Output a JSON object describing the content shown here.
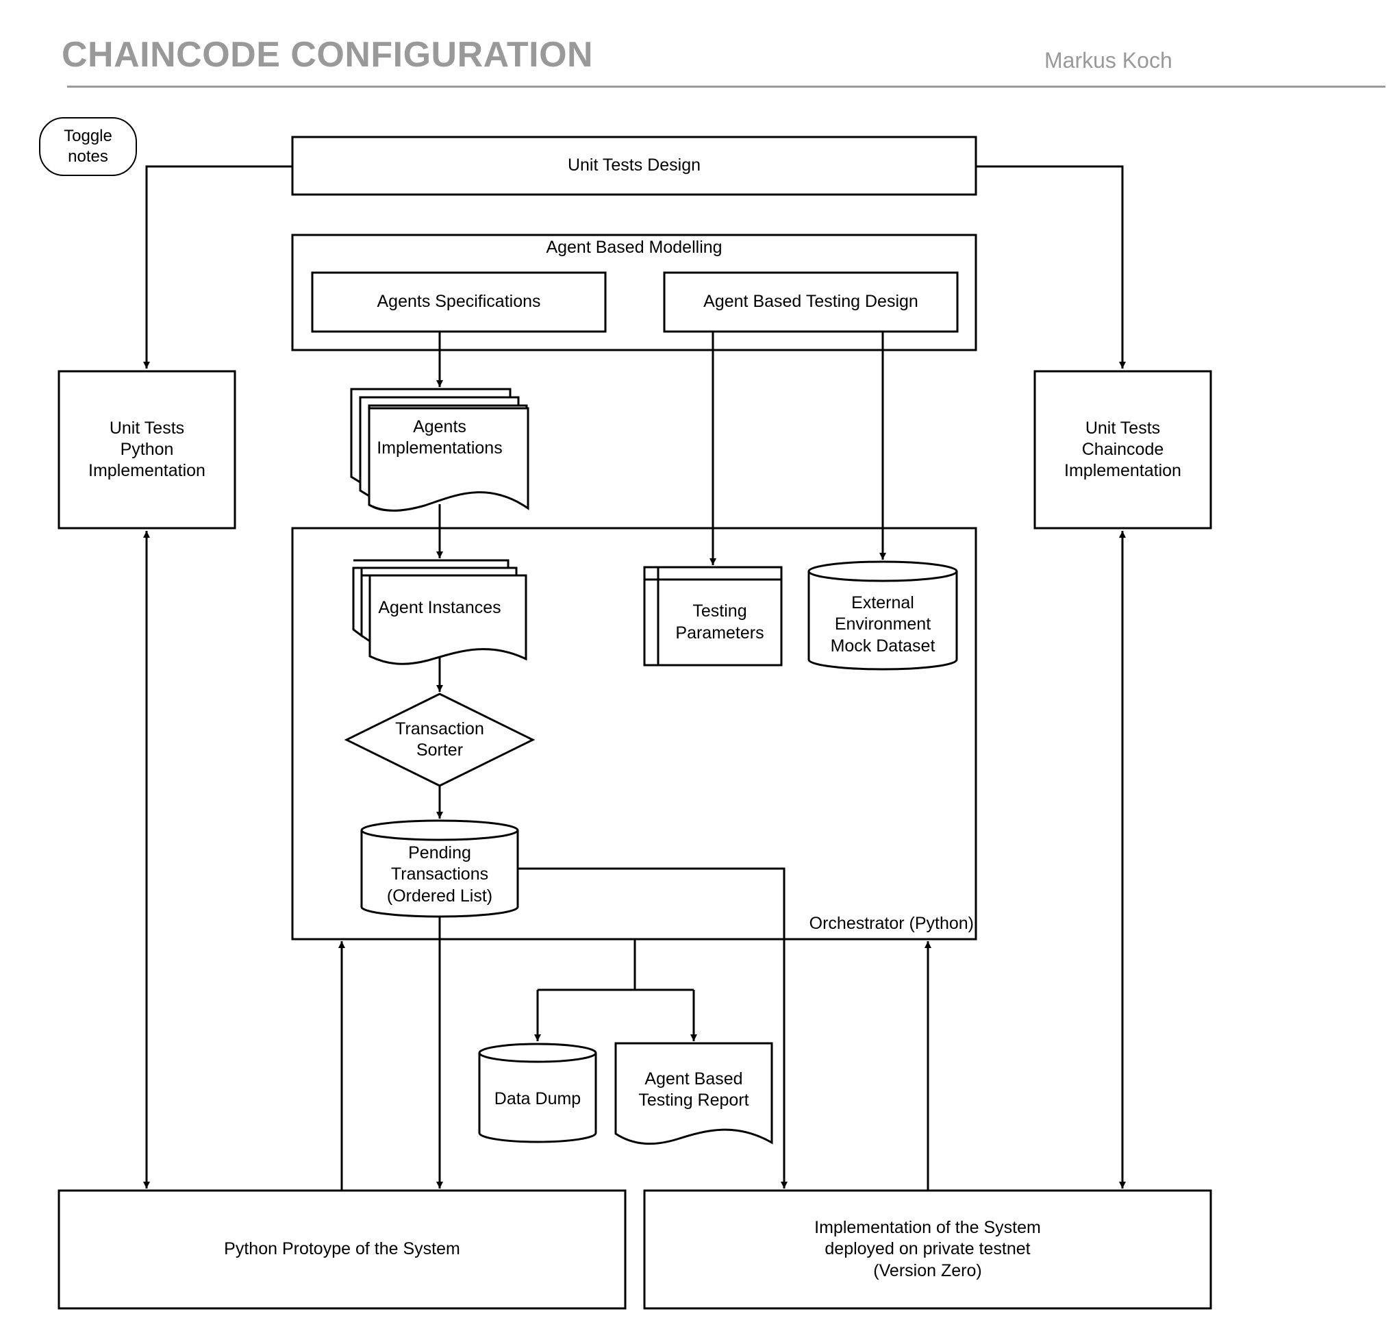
{
  "header": {
    "title": "CHAINCODE CONFIGURATION",
    "author": "Markus Koch"
  },
  "controls": {
    "toggle_notes": "Toggle\nnotes"
  },
  "nodes": {
    "unit_tests_design": "Unit Tests Design",
    "agent_based_modelling": "Agent Based Modelling",
    "agents_specifications": "Agents Specifications",
    "agent_based_testing_design": "Agent Based Testing Design",
    "unit_tests_python": "Unit Tests\nPython\nImplementation",
    "agents_implementations": "Agents\nImplementations",
    "unit_tests_chaincode": "Unit Tests\nChaincode\nImplementation",
    "agent_instances": "Agent Instances",
    "testing_parameters": "Testing\nParameters",
    "external_environment": "External\nEnvironment\nMock Dataset",
    "transaction_sorter": "Transaction\nSorter",
    "pending_transactions": "Pending\nTransactions\n(Ordered List)",
    "orchestrator": "Orchestrator (Python)",
    "data_dump": "Data Dump",
    "agent_based_testing_report": "Agent Based\nTesting Report",
    "python_prototype": "Python Protoype of the System",
    "implementation_system": "Implementation of the System\ndeployed on private testnet\n(Version Zero)"
  }
}
